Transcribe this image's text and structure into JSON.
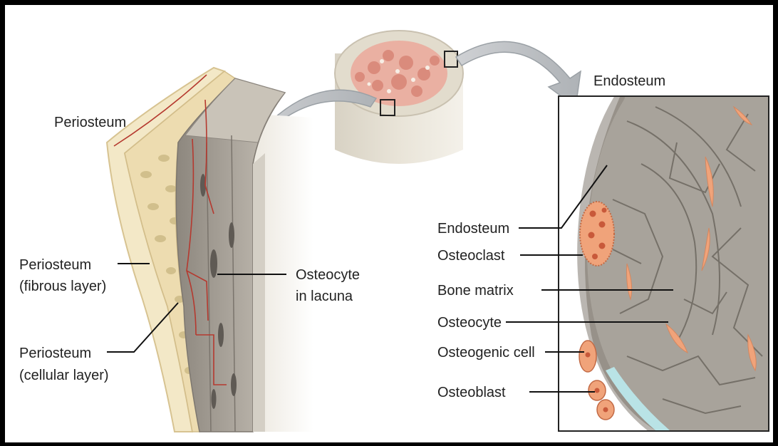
{
  "labels": {
    "periosteum": "Periosteum",
    "periosteum_fibrous_1": "Periosteum",
    "periosteum_fibrous_2": "(fibrous layer)",
    "periosteum_cellular_1": "Periosteum",
    "periosteum_cellular_2": "(cellular layer)",
    "osteocyte_lacuna_1": "Osteocyte",
    "osteocyte_lacuna_2": "in lacuna",
    "endosteum_title": "Endosteum",
    "endosteum": "Endosteum",
    "osteoclast": "Osteoclast",
    "bone_matrix": "Bone matrix",
    "osteocyte": "Osteocyte",
    "osteogenic_cell": "Osteogenic cell",
    "osteoblast": "Osteoblast"
  },
  "colors": {
    "bone_gray": "#a8a39b",
    "periosteum_tan": "#efe3c2",
    "cell_orange": "#f0a37a",
    "vessel_red": "#b5392f",
    "spongy_pink": "#e8978a",
    "osteoblast_blue": "#b9e3e6"
  }
}
